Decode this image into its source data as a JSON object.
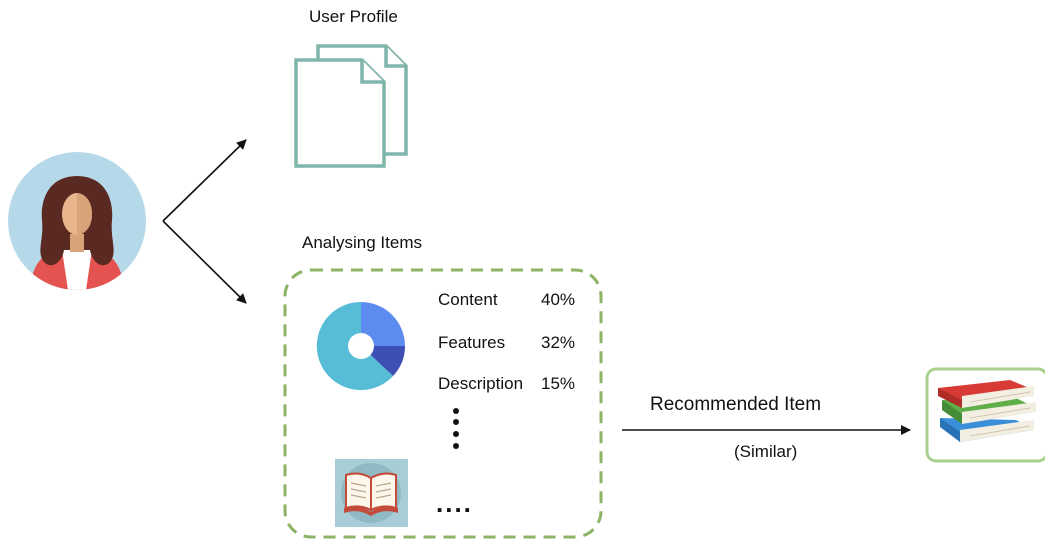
{
  "user_profile": {
    "title": "User Profile"
  },
  "analysing": {
    "title": "Analysing Items",
    "attributes": [
      {
        "name": "Content",
        "percent": "40%"
      },
      {
        "name": "Features",
        "percent": "32%"
      },
      {
        "name": "Description",
        "percent": "15%"
      }
    ],
    "more_label": "...."
  },
  "recommendation": {
    "title": "Recommended Item",
    "subtitle": "(Similar)"
  },
  "colors": {
    "profile_teal": "#7fb5aa",
    "dashed_green": "#8db365",
    "box_green": "#a9d18e",
    "pie_cyan": "#57bcd6",
    "pie_blue": "#5d8cf0",
    "pie_navy": "#3d4fb5",
    "avatar_bg": "#b6d9ea"
  }
}
